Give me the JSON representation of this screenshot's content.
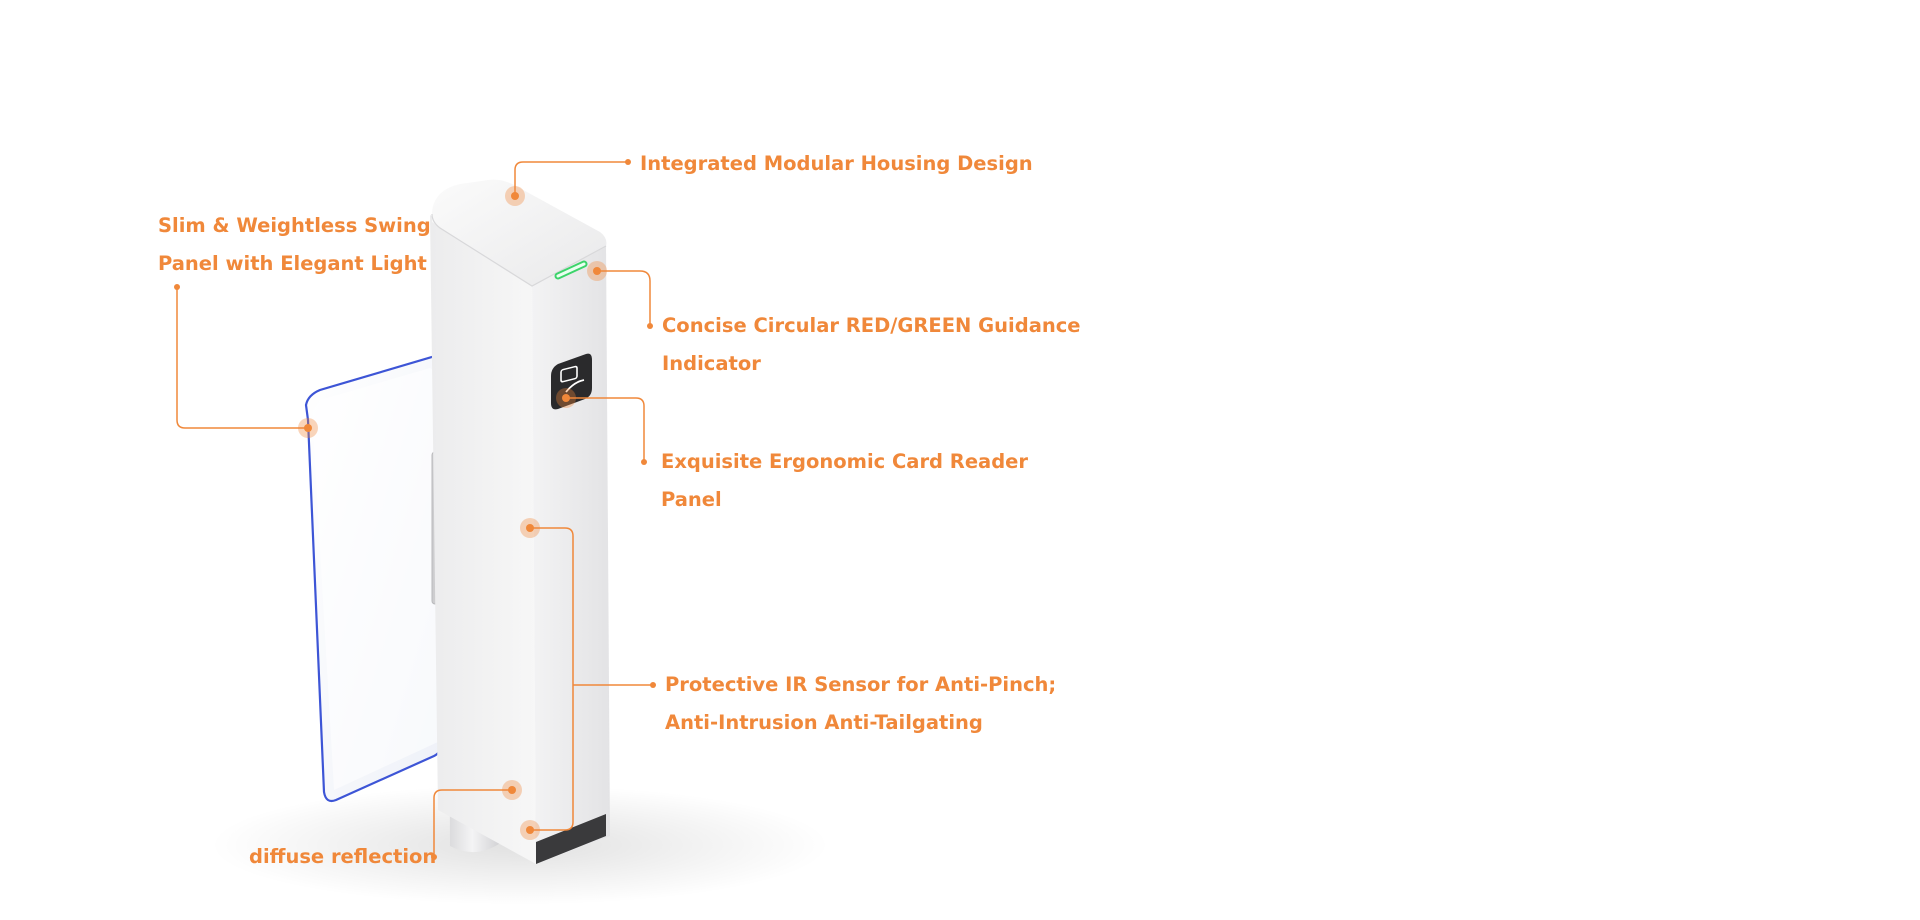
{
  "colors": {
    "accent": "#f0883a",
    "indicator_green": "#3cd46a",
    "panel_edge_blue": "#3d55d6"
  },
  "callouts": {
    "housing": {
      "lines": [
        "Integrated Modular Housing Design"
      ]
    },
    "swing_panel": {
      "lines": [
        "Slim & Weightless Swing",
        "Panel with Elegant Light"
      ]
    },
    "indicator": {
      "lines": [
        "Concise Circular RED/GREEN Guidance",
        "Indicator"
      ]
    },
    "card_reader": {
      "lines": [
        "Exquisite Ergonomic Card Reader",
        "Panel"
      ]
    },
    "ir_sensor": {
      "lines": [
        "Protective IR Sensor for Anti-Pinch;",
        "Anti-Intrusion Anti-Tailgating"
      ]
    },
    "diffuse": {
      "lines": [
        "diffuse reflection"
      ]
    }
  }
}
